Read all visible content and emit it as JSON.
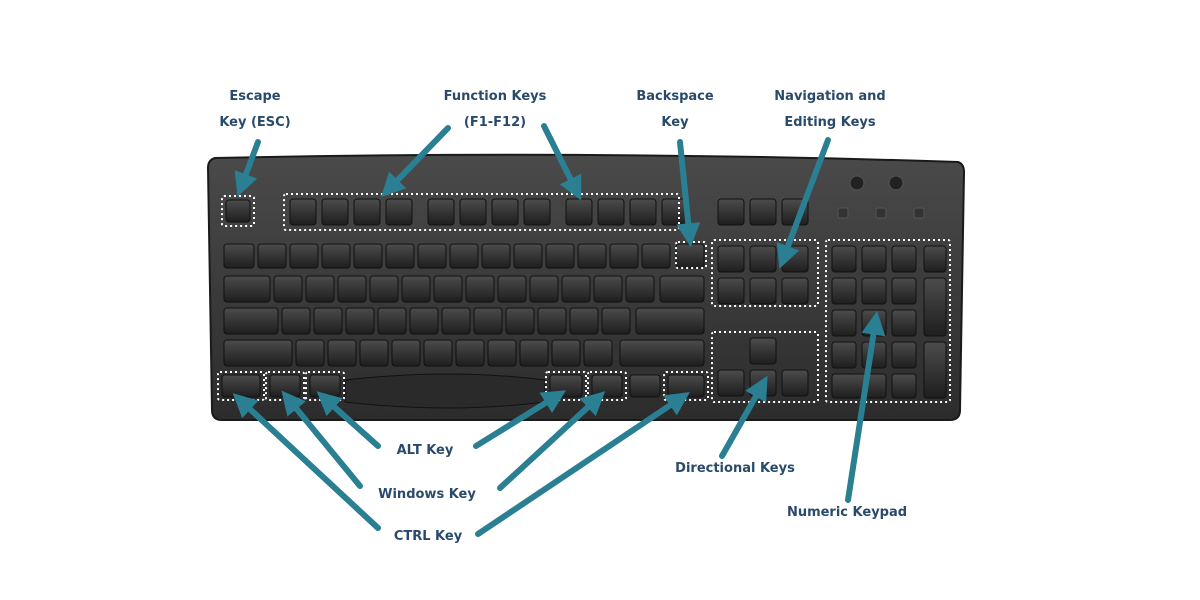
{
  "labels": {
    "escape": [
      "Escape",
      "Key (ESC)"
    ],
    "function": [
      "Function Keys",
      "(F1-F12)"
    ],
    "backspace": [
      "Backspace",
      "Key"
    ],
    "navigation": [
      "Navigation and",
      "Editing Keys"
    ],
    "alt": "ALT Key",
    "windows": "Windows Key",
    "ctrl": "CTRL Key",
    "directional": "Directional Keys",
    "numeric": "Numeric Keypad"
  },
  "colors": {
    "label_text": "#2a4a6b",
    "arrow": "#2a7f93",
    "keyboard_body": "#3a3a3a",
    "key": "#2a2a2a",
    "key_top": "#4a4a4a",
    "dotted_outline": "#ffffff"
  }
}
